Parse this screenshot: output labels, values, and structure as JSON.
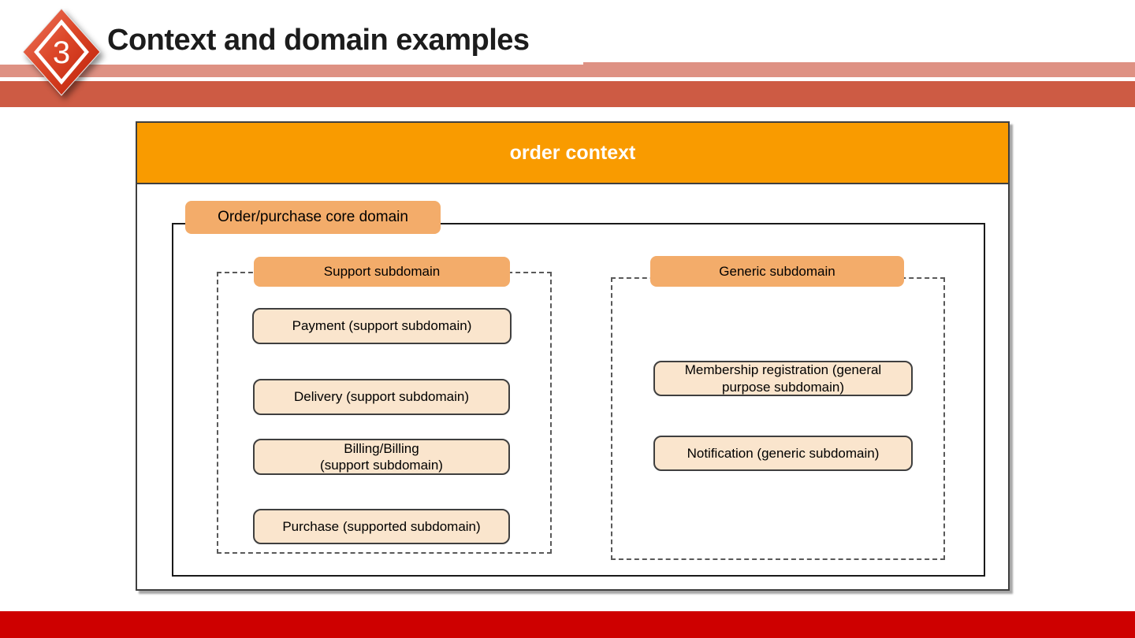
{
  "slide": {
    "badge_number": "3",
    "title": "Context and domain examples"
  },
  "colors": {
    "bar_light": "#DE9183",
    "bar_dark": "#CD5B44",
    "footer_red": "#CE0000",
    "context_orange": "#F99B00",
    "tab_orange": "#F3AC6A",
    "box_peach": "#FAE5CD"
  },
  "diagram": {
    "context_title": "order context",
    "core_domain_label": "Order/purchase core domain",
    "groups": [
      {
        "label": "Support subdomain",
        "items": [
          "Payment (support subdomain)",
          "Delivery (support subdomain)",
          "Billing/Billing\n(support subdomain)",
          "Purchase (supported subdomain)"
        ]
      },
      {
        "label": "Generic subdomain",
        "items": [
          "Membership registration (general\npurpose subdomain)",
          "Notification (generic subdomain)"
        ]
      }
    ]
  }
}
